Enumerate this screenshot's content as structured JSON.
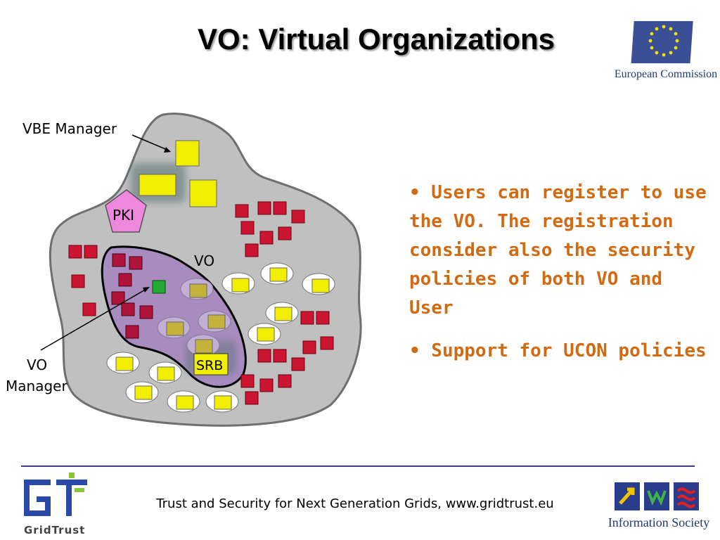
{
  "slide": {
    "title": "VO: Virtual Organizations",
    "ec_label": "European Commission",
    "diagram": {
      "vbe_manager_label": "VBE Manager",
      "pki_label": "PKI",
      "vo_label": "VO",
      "vo_manager_label_line1": "VO",
      "vo_manager_label_line2": "Manager",
      "srb_label": "SRB"
    },
    "bullets": [
      "• Users can register to use the VO. The registration consider also the security policies of both VO and User",
      "• Support for UCON policies"
    ],
    "footer": "Trust and Security for Next Generation Grids, www.gridtrust.eu",
    "gridtrust_label": "GridTrust",
    "info_society_label": "Information Society",
    "colors": {
      "bullet_text": "#d26a12",
      "footer_rule": "#3c3c8c",
      "vbe_cloud": "#c0c0c0",
      "vo_region": "#a88cc0",
      "member": "#cc1530",
      "resource": "#f2ee00",
      "pki": "#ee88dd",
      "vo_manager": "#22aa33"
    }
  }
}
